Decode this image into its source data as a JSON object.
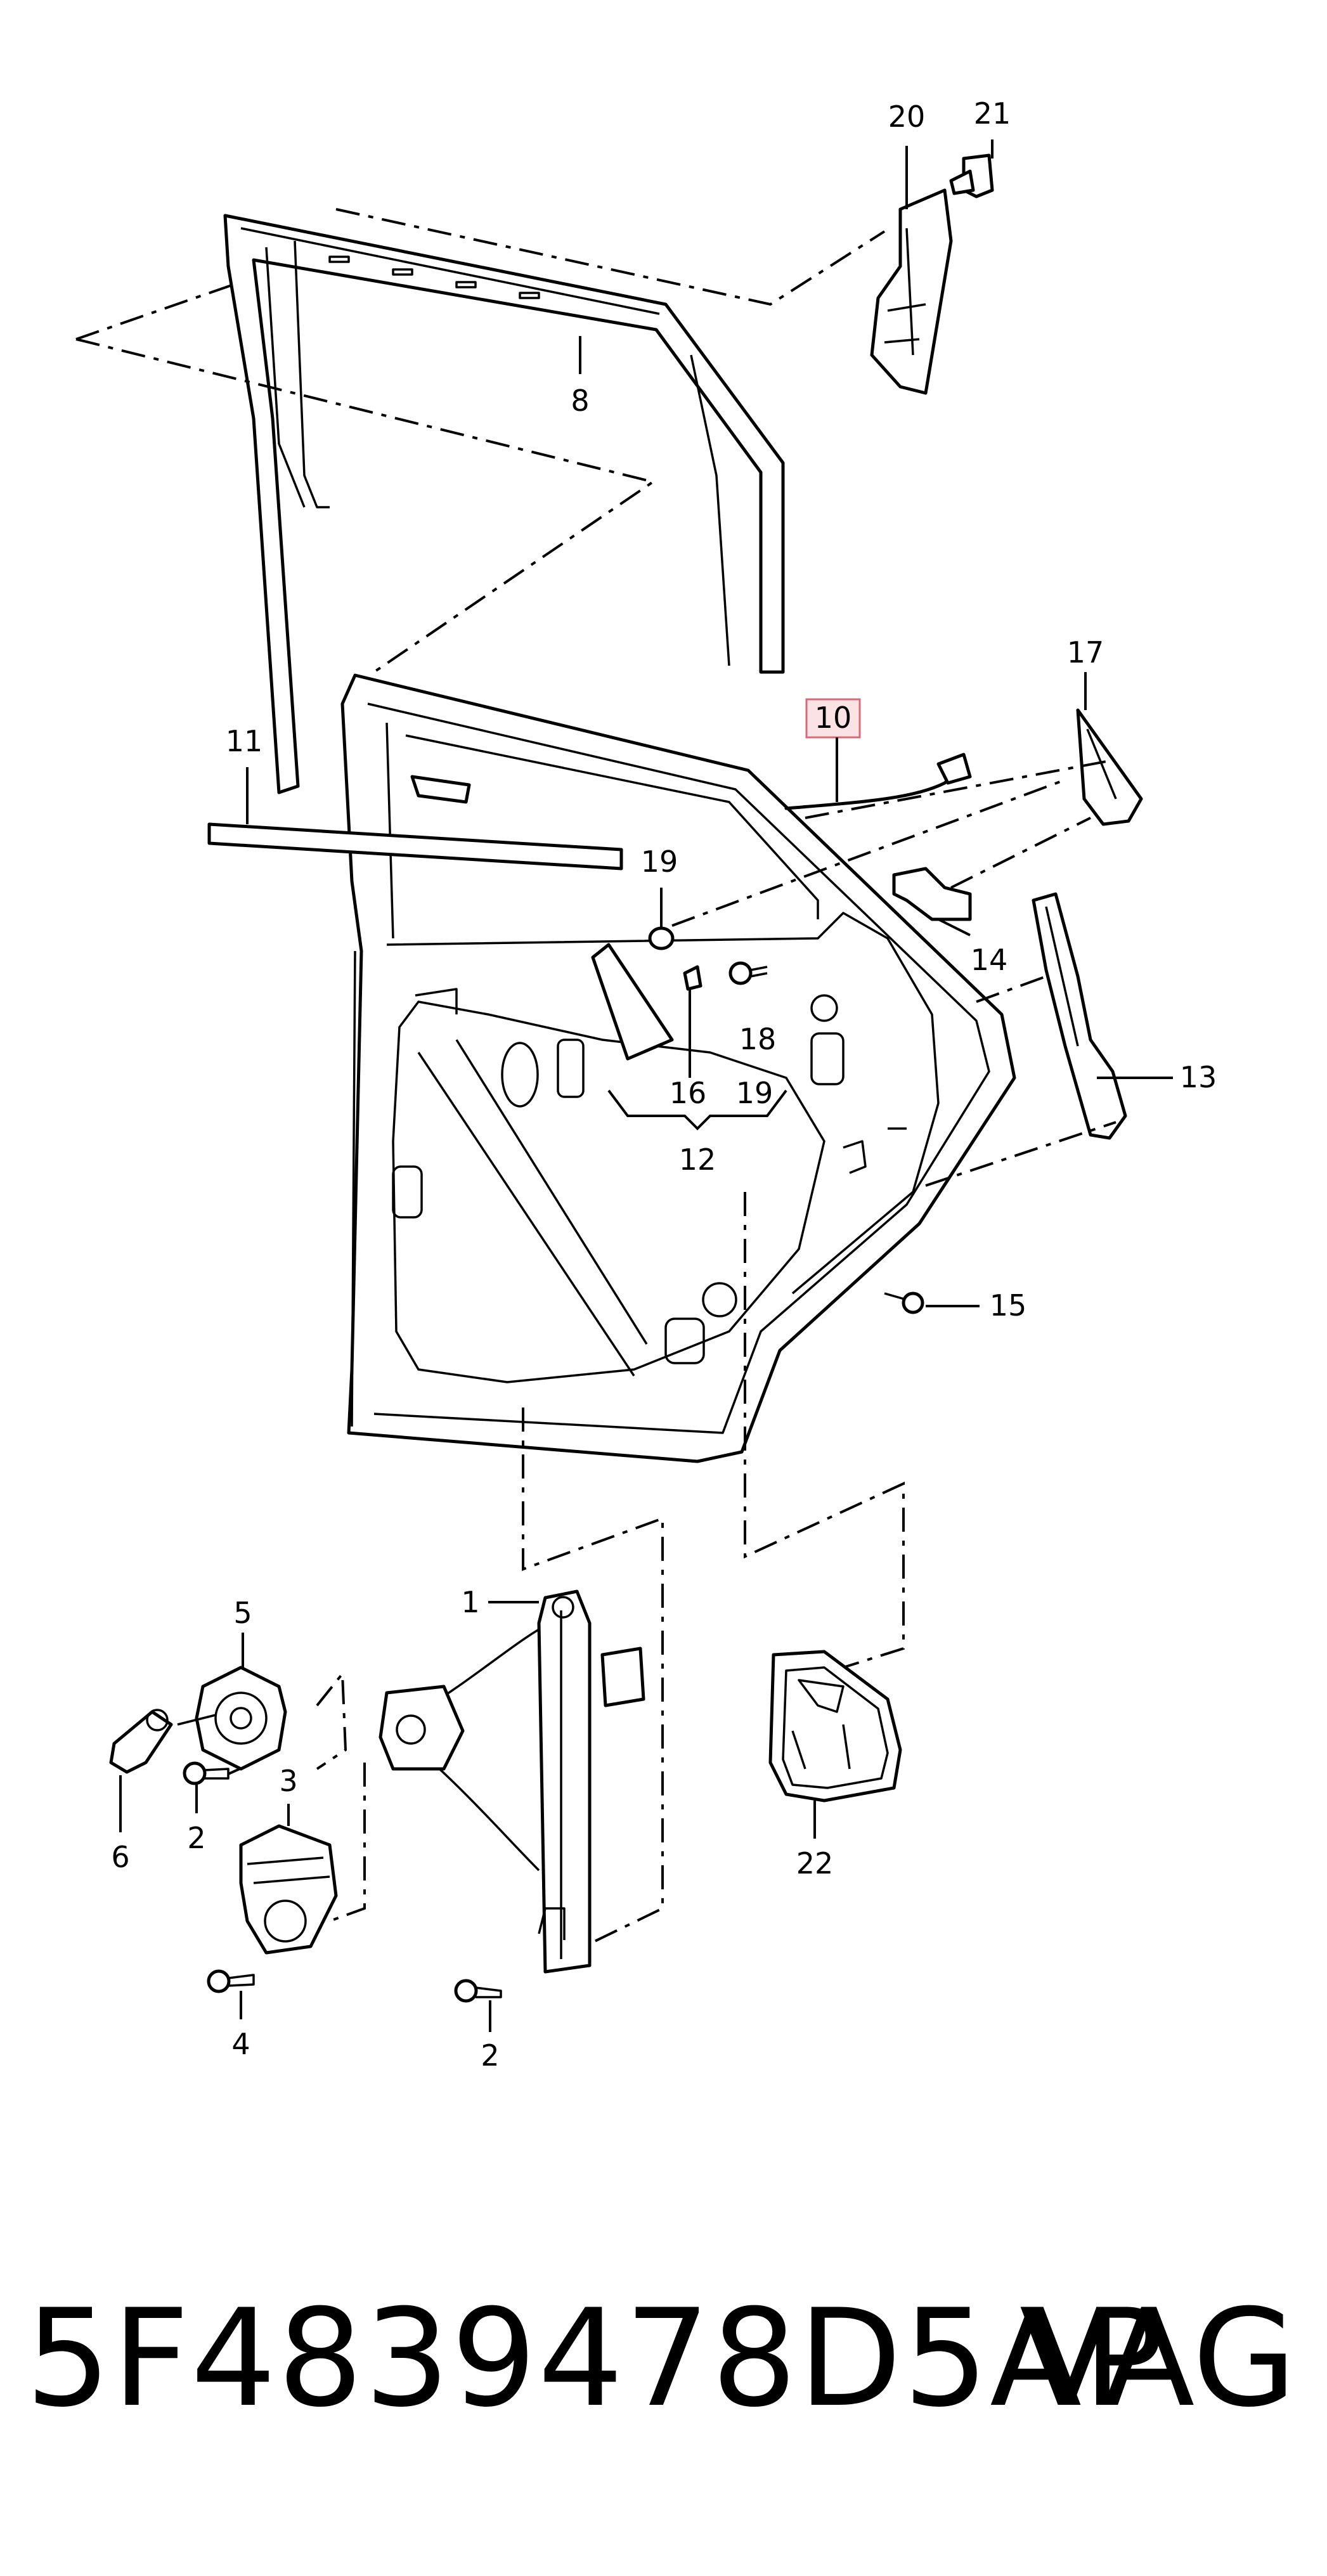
{
  "callouts": {
    "c1": "1",
    "c2a": "2",
    "c2b": "2",
    "c3": "3",
    "c4": "4",
    "c5": "5",
    "c6": "6",
    "c8": "8",
    "c10": "10",
    "c11": "11",
    "c12": "12",
    "c13": "13",
    "c14": "14",
    "c15": "15",
    "c16": "16",
    "c17": "17",
    "c18": "18",
    "c19a": "19",
    "c19b": "19",
    "c20": "20",
    "c21": "21",
    "c22": "22"
  },
  "highlight_color": "#fbe3e5",
  "footer": {
    "part_number": "5F4839478D5AP",
    "brand": "VAG"
  }
}
